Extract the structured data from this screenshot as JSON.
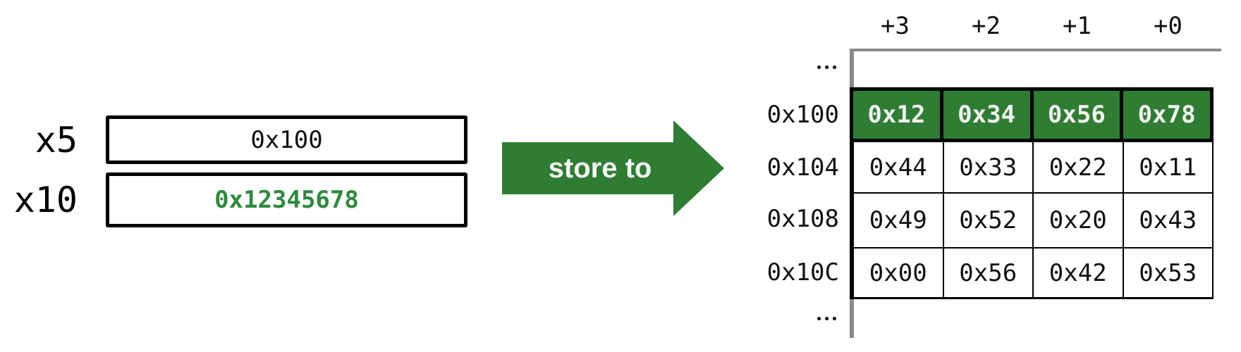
{
  "colors": {
    "green": "#2e7d32",
    "green-text": "#2f8a3e",
    "gray": "#8a8a8a"
  },
  "registers": {
    "items": [
      {
        "name": "x5",
        "value": "0x100"
      },
      {
        "name": "x10",
        "value": "0x12345678"
      }
    ]
  },
  "arrow": {
    "label": "store to"
  },
  "memory": {
    "col_headers": [
      "+3",
      "+2",
      "+1",
      "+0"
    ],
    "ellipsis_top": "•••",
    "ellipsis_bottom": "•••",
    "highlight_row": {
      "label": "0x100",
      "cells": [
        "0x12",
        "0x34",
        "0x56",
        "0x78"
      ]
    },
    "rows": [
      {
        "label": "0x104",
        "cells": [
          "0x44",
          "0x33",
          "0x22",
          "0x11"
        ]
      },
      {
        "label": "0x108",
        "cells": [
          "0x49",
          "0x52",
          "0x20",
          "0x43"
        ]
      },
      {
        "label": "0x10C",
        "cells": [
          "0x00",
          "0x56",
          "0x42",
          "0x53"
        ]
      }
    ]
  }
}
